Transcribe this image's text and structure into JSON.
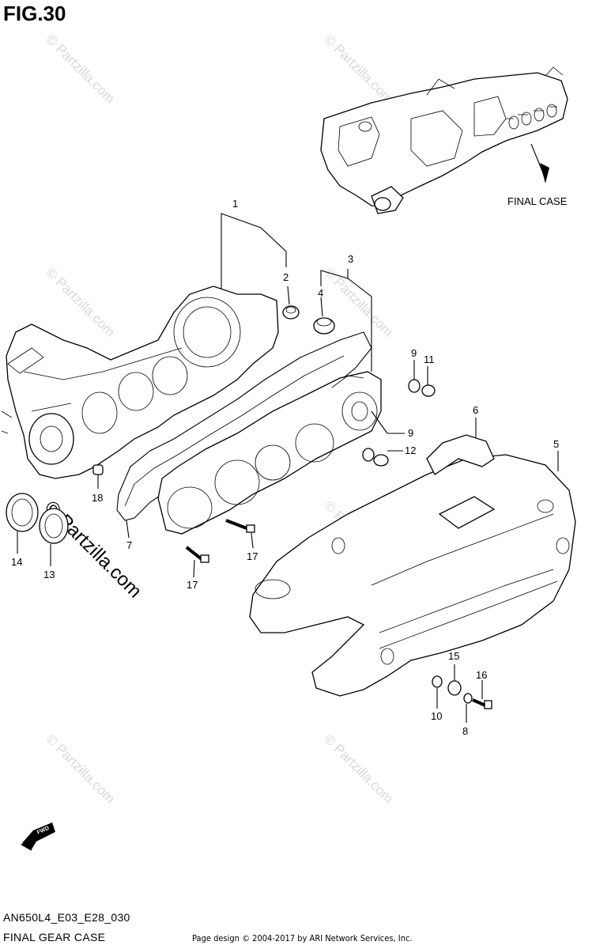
{
  "figure": {
    "title": "FIG.30",
    "model_code": "AN650L4_E03_E28_030",
    "subtitle": "FINAL GEAR CASE",
    "copyright": "Page design © 2004-2017 by ARI Network Services, Inc.",
    "fwd_label": "FWD",
    "final_case_label": "FINAL CASE",
    "watermark": "© Partzilla.com"
  },
  "callouts": {
    "c1": "1",
    "c2": "2",
    "c3": "3",
    "c4": "4",
    "c5": "5",
    "c6": "6",
    "c7": "7",
    "c8": "8",
    "c9a": "9",
    "c9b": "9",
    "c10": "10",
    "c11": "11",
    "c12": "12",
    "c13": "13",
    "c14": "14",
    "c15": "15",
    "c16": "16",
    "c17a": "17",
    "c17b": "17",
    "c18": "18"
  }
}
